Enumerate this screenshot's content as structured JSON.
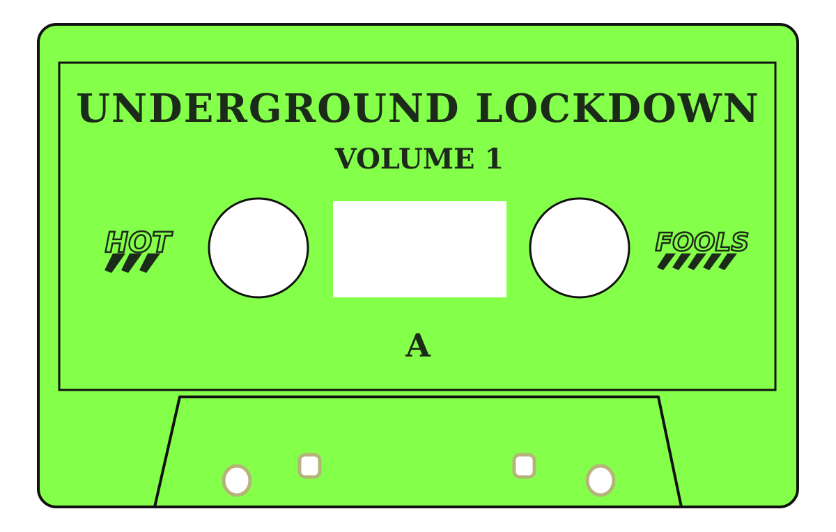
{
  "cassette": {
    "title": "UNDERGROUND LOCKDOWN",
    "subtitle": "VOLUME 1",
    "side": "A",
    "brand_left": "HOT",
    "brand_right": "FOOLS"
  },
  "colors": {
    "body": "#84ff4a",
    "ink": "#1c2a1a",
    "hole_rim": "#b5b57a",
    "window": "#ffffff"
  }
}
